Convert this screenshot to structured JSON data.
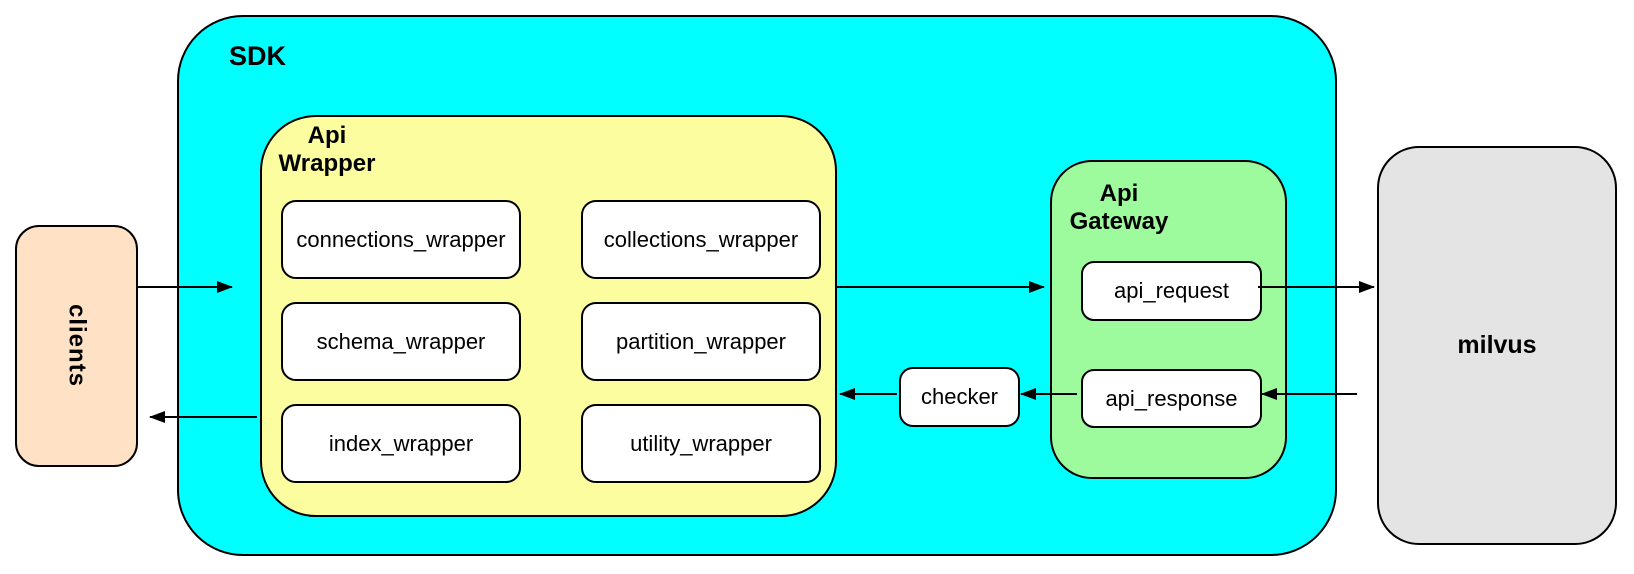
{
  "diagram": {
    "clients_box": {
      "label": "clients"
    },
    "sdk_box": {
      "label": "SDK"
    },
    "api_wrapper_box": {
      "label": "Api\nWrapper",
      "modules": [
        "connections_wrapper",
        "collections_wrapper",
        "schema_wrapper",
        "partition_wrapper",
        "index_wrapper",
        "utility_wrapper"
      ]
    },
    "checker_box": {
      "label": "checker"
    },
    "api_gateway_box": {
      "label": "Api\nGateway",
      "request_label": "api_request",
      "response_label": "api_response"
    },
    "milvus_box": {
      "label": "milvus"
    }
  },
  "flows": [
    "clients -> Api Wrapper",
    "Api Wrapper -> Api Gateway",
    "api_request -> milvus",
    "milvus -> api_response",
    "api_response -> checker",
    "checker -> Api Wrapper",
    "Api Wrapper -> clients"
  ],
  "colors": {
    "canvas-bg": "#FFFFFF",
    "sdk-fill": "#00FFFF",
    "api-wrapper-fill": "#FBFD9E",
    "api-gateway-fill": "#9DFB9D",
    "clients-fill": "#FFE2C6",
    "milvus-fill": "#E4E4E4",
    "node-fill": "#FFFFFF",
    "border": "#000000",
    "arrow": "#000000"
  }
}
